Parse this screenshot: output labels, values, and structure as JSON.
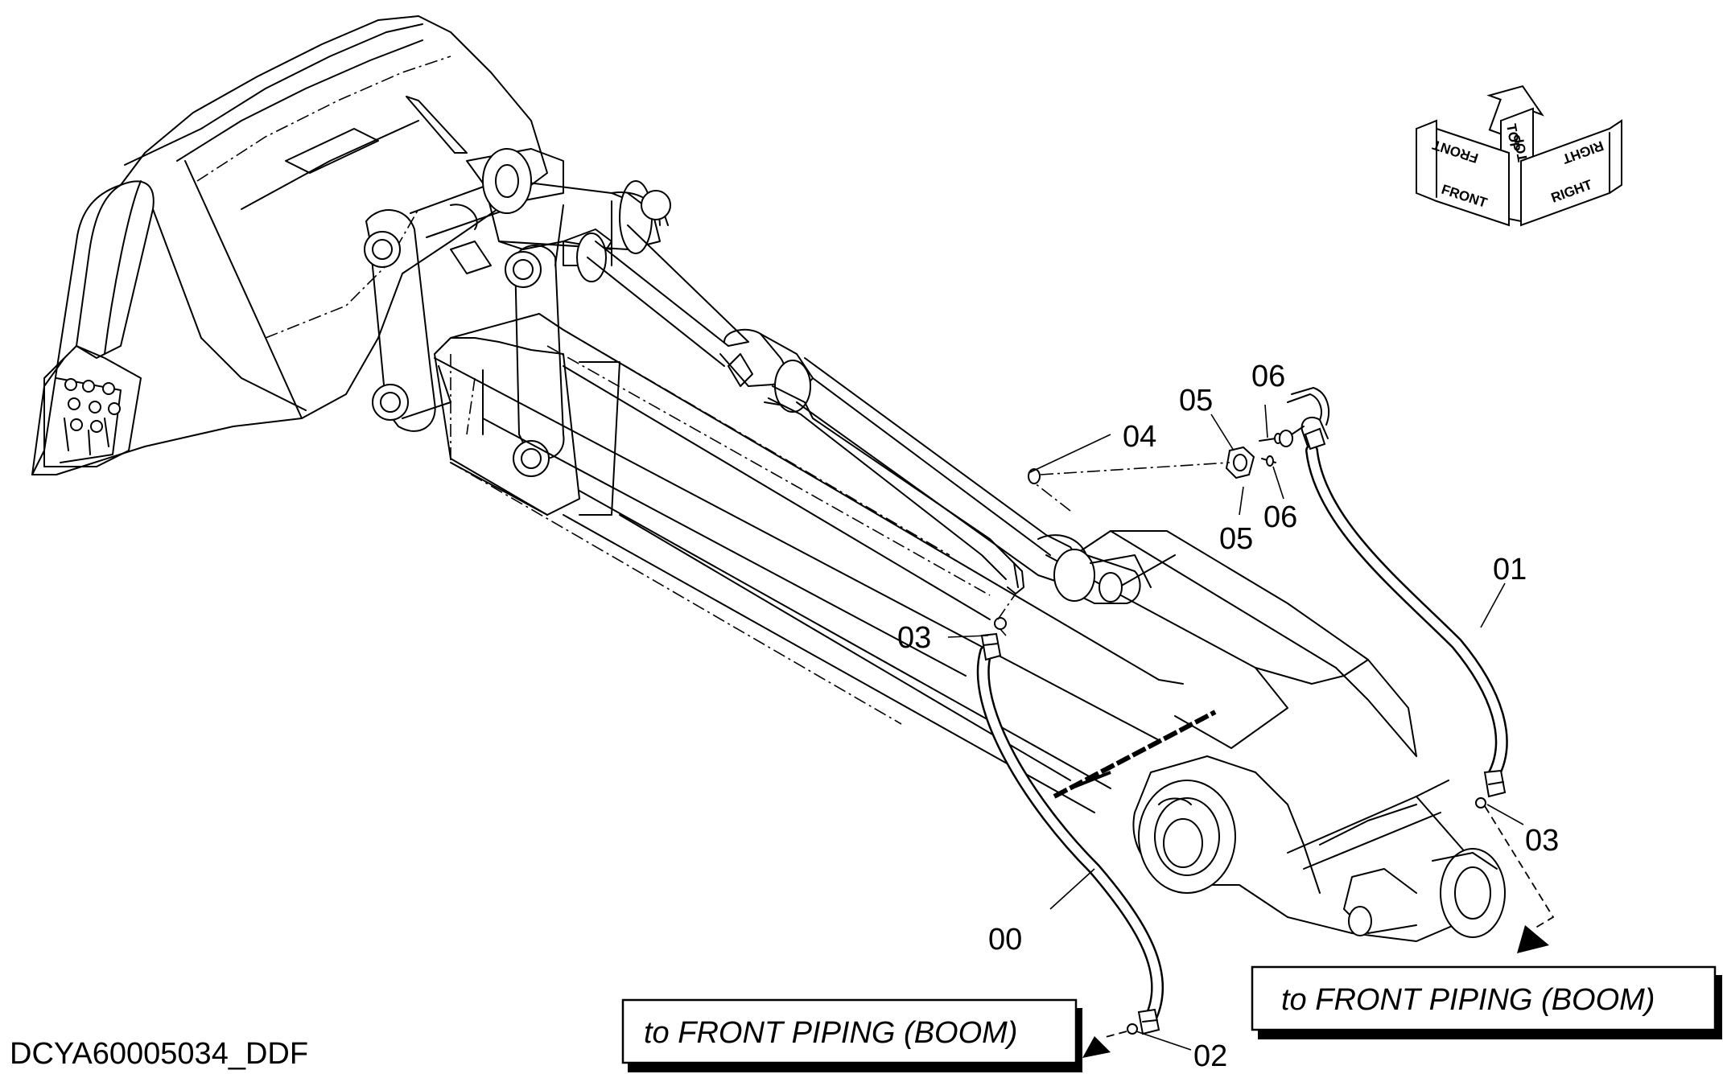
{
  "drawing_code": "DCYA60005034_DDF",
  "callouts": {
    "c00": "00",
    "c01": "01",
    "c02": "02",
    "c03_left": "03",
    "c03_right": "03",
    "c04": "04",
    "c05_top": "05",
    "c05_bottom": "05",
    "c06_top": "06",
    "c06_bottom": "06"
  },
  "notes": {
    "left": "to FRONT PIPING (BOOM)",
    "right": "to FRONT PIPING (BOOM)"
  },
  "orientation": {
    "front": "FRONT",
    "top": "TOP",
    "right": "RIGHT"
  },
  "icons": [
    "bucket",
    "arm",
    "bucket-cylinder",
    "hose-00",
    "hose-01",
    "orientation-cube-icon",
    "arrow-icon"
  ]
}
